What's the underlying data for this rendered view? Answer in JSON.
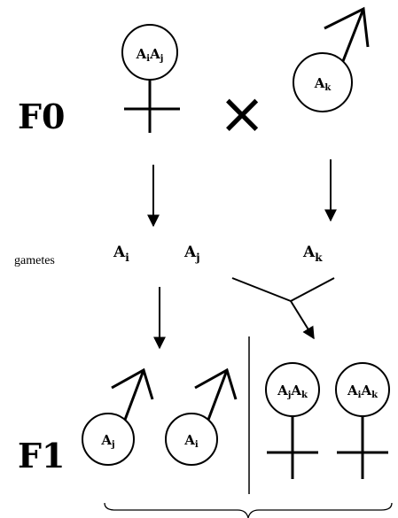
{
  "generations": {
    "parental_label": "F0",
    "offspring_label": "F1"
  },
  "cross_symbol": "×",
  "gametes_caption": "gametes",
  "parents": {
    "female": {
      "sex": "female",
      "genotype": [
        {
          "base": "A",
          "sub": "i"
        },
        {
          "base": "A",
          "sub": "j"
        }
      ]
    },
    "male": {
      "sex": "male",
      "genotype": [
        {
          "base": "A",
          "sub": "k"
        }
      ]
    }
  },
  "gametes": [
    {
      "base": "A",
      "sub": "i"
    },
    {
      "base": "A",
      "sub": "j"
    },
    {
      "base": "A",
      "sub": "k"
    }
  ],
  "offspring": [
    {
      "sex": "male",
      "genotype": [
        {
          "base": "A",
          "sub": "j"
        }
      ]
    },
    {
      "sex": "male",
      "genotype": [
        {
          "base": "A",
          "sub": "i"
        }
      ]
    },
    {
      "sex": "female",
      "genotype": [
        {
          "base": "A",
          "sub": "j"
        },
        {
          "base": "A",
          "sub": "k"
        }
      ]
    },
    {
      "sex": "female",
      "genotype": [
        {
          "base": "A",
          "sub": "i"
        },
        {
          "base": "A",
          "sub": "k"
        }
      ]
    }
  ],
  "colors": {
    "ink": "#000000",
    "background": "#ffffff"
  }
}
